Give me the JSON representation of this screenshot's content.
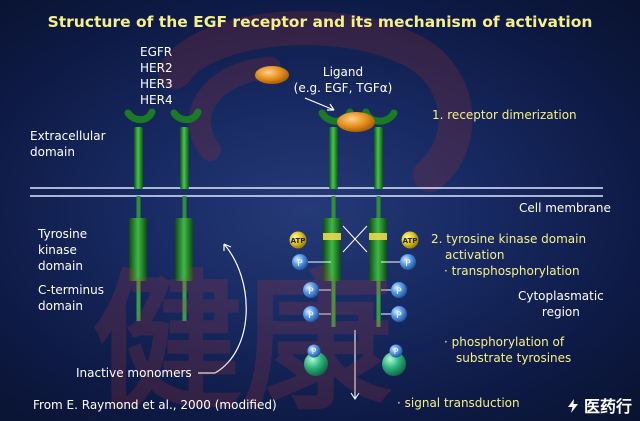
{
  "title": "Structure of the EGF receptor and its mechanism of activation",
  "receptors": [
    "EGFR",
    "HER2",
    "HER3",
    "HER4"
  ],
  "extracellular_domain": [
    "Extracellular",
    "domain"
  ],
  "ligand": [
    "Ligand",
    "(e.g. EGF, TGFα)"
  ],
  "step1": "1. receptor dimerization",
  "cell_membrane": "Cell membrane",
  "tyrosine_kinase_domain": [
    "Tyrosine",
    "kinase",
    "domain"
  ],
  "c_terminus_domain": [
    "C-terminus",
    "domain"
  ],
  "step2": [
    "2. tyrosine kinase domain",
    "activation"
  ],
  "transphosphorylation": "transphosphorylation",
  "cytoplasmatic_region": [
    "Cytoplasmatic",
    "region"
  ],
  "phosphorylation_substrate": [
    "phosphorylation of",
    "substrate tyrosines"
  ],
  "inactive_monomers": "Inactive monomers",
  "signal_transduction": "signal transduction",
  "source": "From E. Raymond et al., 2000 (modified)",
  "atp_label": "ATP",
  "p_label": "P",
  "watermark": "健康",
  "logo_text": "医药行",
  "colors": {
    "background": "#172961",
    "title_yellow": "#f6f08a",
    "receptor_green": "#2ea83a",
    "phospho_blue": "#4d92e6",
    "ligand_orange": "#e58d1a"
  }
}
